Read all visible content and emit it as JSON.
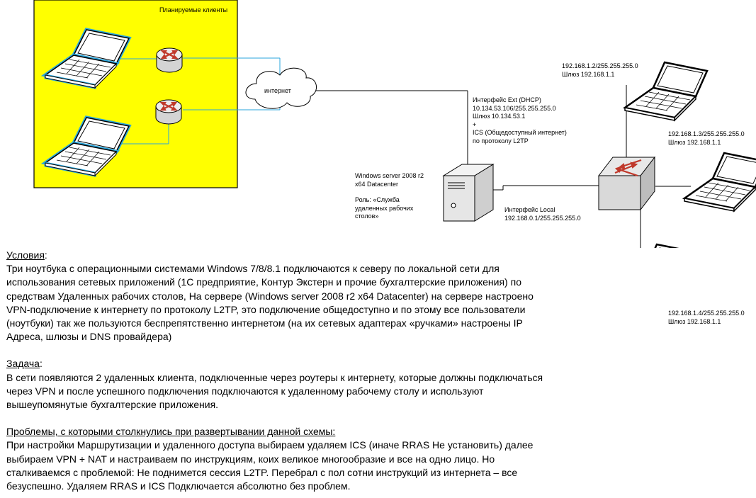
{
  "diagram": {
    "clients_zone_label": "Планируемые клиенты",
    "internet_label": "интернет",
    "server": {
      "name_lines": [
        "Windows server 2008 r2",
        "x64 Datacenter"
      ],
      "role_lines": [
        "Роль: «Служба",
        "удаленных рабочих",
        "столов»"
      ]
    },
    "ext_interface_lines": [
      "Интерфейс Ext (DHCP)",
      "10.134.53.106/255.255.255.0",
      "Шлюз 10.134.53.1",
      "+",
      "ICS (Общедоступный интернет)",
      "по протоколу L2TP"
    ],
    "local_interface_lines": [
      "Интерфейс Local",
      "192.168.0.1/255.255.255.0"
    ],
    "laptops": [
      {
        "lines": [
          "192.168.1.2/255.255.255.0",
          "Шлюз 192.168.1.1"
        ]
      },
      {
        "lines": [
          "192.168.1.3/255.255.255.0",
          "Шлюз 192.168.1.1"
        ]
      },
      {
        "lines": [
          "192.168.1.4/255.255.255.0",
          "Шлюз 192.168.1.1"
        ]
      }
    ],
    "colors": {
      "zone": "#ffff00",
      "laptop_outline": "#2aa6dc",
      "router": "#c0392b",
      "line": "#000000"
    }
  },
  "conditions": {
    "heading": "Условия",
    "heading_suffix": ":",
    "lines": [
      "Три ноутбука с операционными системами Windows 7/8/8.1 подключаются к северу по локальной сети для",
      "использования сетевых приложений (1С предприятие, Контур Экстерн и прочие бухгалтерские приложения) по",
      "средствам Удаленных рабочих столов, На сервере (Windows server 2008 r2 x64 Datacenter) на сервере настроено",
      "VPN-подключение к интернету по протоколу L2TP, это подключение общедоступно и по этому все пользователи",
      "(ноутбуки) так же пользуются беспрепятственно интернетом (на их сетевых адаптерах «ручками» настроены IP",
      "Адреса, шлюзы и DNS провайдера)"
    ]
  },
  "task": {
    "heading": "Задача",
    "heading_suffix": ":",
    "lines": [
      "В сети появляются 2 удаленных клиента, подключенные через роутеры к интернету, которые должны подключаться",
      "через VPN и после успешного подключения подключаются к удаленному рабочему столу и используют",
      "вышеупомянутые бухгалтерские приложения."
    ]
  },
  "problems": {
    "heading": "Проблемы, с которыми столкнулись при развертывании данной схемы:",
    "lines": [
      "При настройки Маршрутизации и удаленного доступа выбираем удаляем ICS (иначе RRAS Не установить) далее",
      "выбираем VPN + NAT и настраиваем по инструкциям, коих великое многообразие и все на одно лицо. Но",
      "сталкиваемся с проблемой: Не поднимется сессия L2TP. Перебрал с пол сотни инструкций из интернета – все",
      "безуспешно. Удаляем RRAS и ICS Подключается абсолютно без проблем."
    ]
  }
}
